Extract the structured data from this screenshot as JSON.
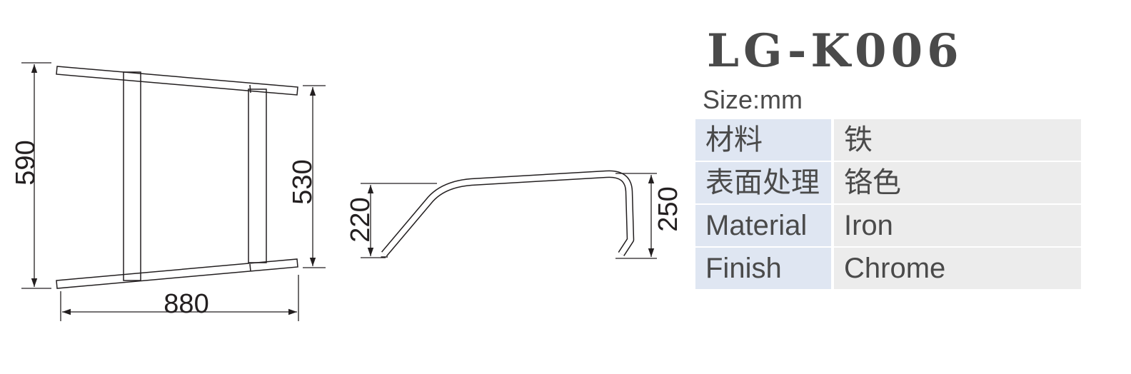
{
  "product": {
    "model": "LG-K006",
    "size_unit_label": "Size:mm"
  },
  "top_view": {
    "width_label": "880",
    "outer_height_label": "590",
    "inner_height_label": "530"
  },
  "side_view": {
    "left_height_label": "220",
    "right_height_label": "250"
  },
  "spec_table": {
    "rows": [
      {
        "key": "材料",
        "value": "铁"
      },
      {
        "key": "表面处理",
        "value": "铬色"
      },
      {
        "key": "Material",
        "value": "Iron"
      },
      {
        "key": "Finish",
        "value": "Chrome"
      }
    ]
  },
  "colors": {
    "line": "#231f20",
    "title": "#4a4a4a",
    "key_cell_bg": "#dfe6f2",
    "value_cell_bg": "#ececec"
  }
}
